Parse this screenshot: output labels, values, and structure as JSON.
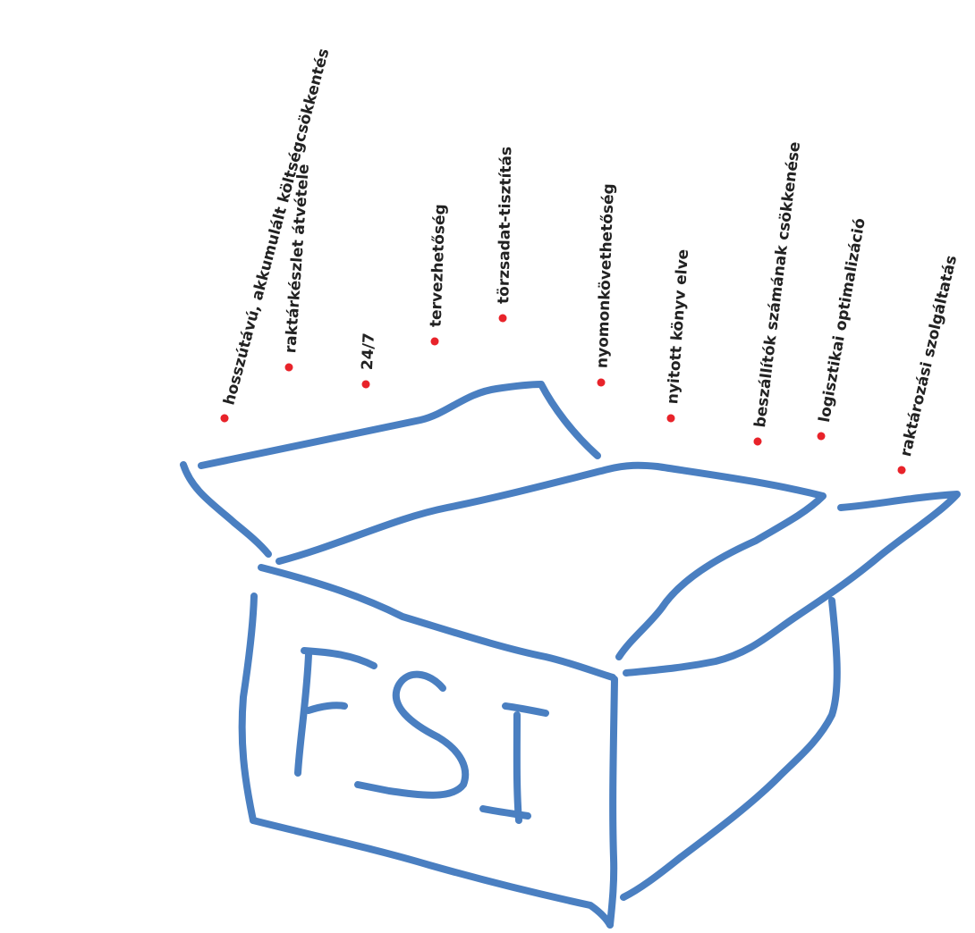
{
  "box": {
    "lettering": "FSI",
    "stroke_color": "#4a7fc1"
  },
  "labels": [
    {
      "text": "hosszútávú, akkumulált költségcsökkentés"
    },
    {
      "text": "raktárkészlet átvétele"
    },
    {
      "text": "24/7"
    },
    {
      "text": "tervezhetőség"
    },
    {
      "text": "törzsadat-tisztítás"
    },
    {
      "text": "nyomonkövethetőség"
    },
    {
      "text": "nyitott könyv elve"
    },
    {
      "text": "beszállítók számának csökkenése"
    },
    {
      "text": "logisztikai optimalizáció"
    },
    {
      "text": "raktározási szolgáltatás"
    }
  ],
  "colors": {
    "box": "#4a7fc1",
    "bullet": "#e8232a",
    "text": "#222222"
  }
}
